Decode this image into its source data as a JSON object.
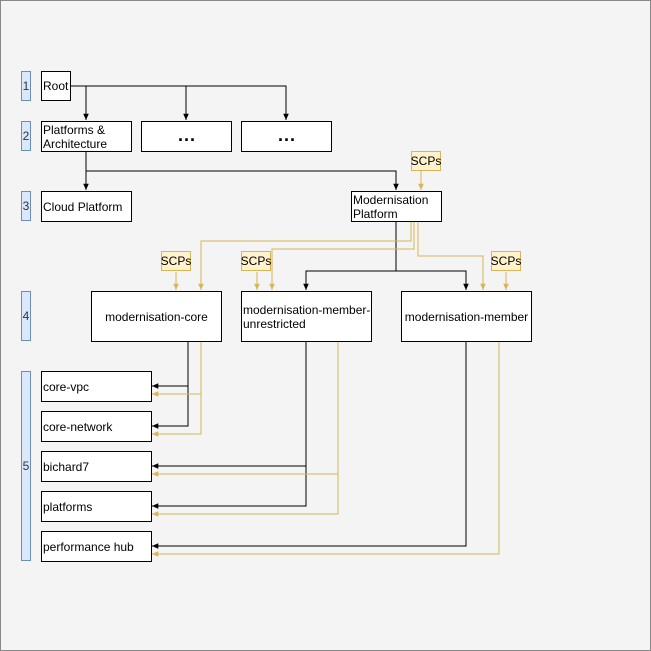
{
  "levels": [
    "1",
    "2",
    "3",
    "4",
    "5"
  ],
  "nodes": {
    "root": "Root",
    "platforms_architecture": "Platforms & Architecture",
    "ellipsis_1": "...",
    "ellipsis_2": "...",
    "cloud_platform": "Cloud Platform",
    "modernisation_platform": "Modernisation Platform",
    "modernisation_core": "modernisation-core",
    "modernisation_member_unrestricted": "modernisation-member-unrestricted",
    "modernisation_member": "modernisation-member",
    "core_vpc": "core-vpc",
    "core_network": "core-network",
    "bichard7": "bichard7",
    "platforms": "platforms",
    "performance_hub": "performance hub"
  },
  "scps": [
    "SCPs",
    "SCPs",
    "SCPs",
    "SCPs"
  ],
  "colors": {
    "hierarchy_line": "#000000",
    "scp_line": "#d6b656",
    "level_fill": "#dae8fc",
    "level_border": "#6c8ebf",
    "scp_fill": "#fff2cc",
    "scp_border": "#d6b656"
  }
}
